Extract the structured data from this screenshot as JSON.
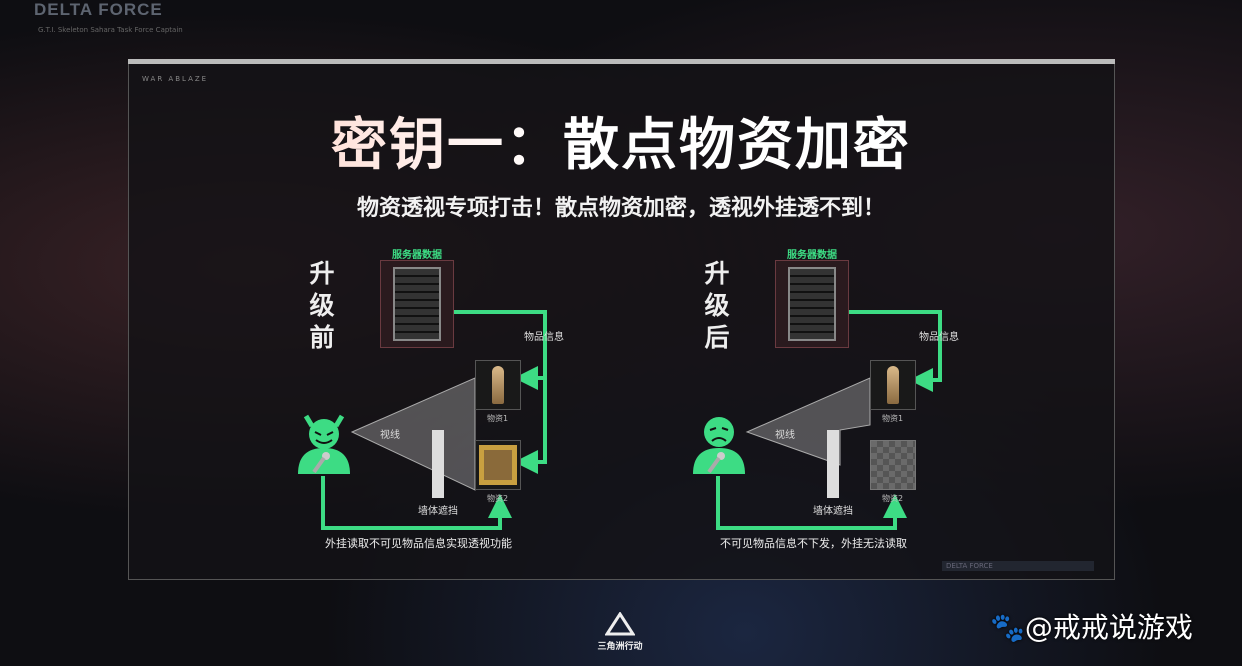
{
  "header": {
    "brand": "DELTA FORCE",
    "subtitle": "G.T.I. Skeleton Sahara Task Force Captain"
  },
  "slide": {
    "tag": "WAR ABLAZE",
    "title": "密钥一：散点物资加密",
    "subtitle": "物资透视专项打击！散点物资加密，透视外挂透不到！",
    "footer_tag": "DELTA FORCE"
  },
  "panels": [
    {
      "stage": "升级前",
      "server_label": "服务器数据",
      "info_label": "物品信息",
      "item1": "物资1",
      "item2": "物资2",
      "sight": "视线",
      "wall": "墙体遮挡",
      "caption": "外挂读取不可见物品信息实现透视功能",
      "avatar": "devil"
    },
    {
      "stage": "升级后",
      "server_label": "服务器数据",
      "info_label": "物品信息",
      "item1": "物资1",
      "item2": "物资2",
      "sight": "视线",
      "wall": "墙体遮挡",
      "caption": "不可见物品信息不下发，外挂无法读取",
      "avatar": "sad"
    }
  ],
  "footer": {
    "logo_text": "三角洲行动",
    "watermark": "@戒戒说游戏"
  },
  "colors": {
    "accent": "#3ddc84"
  }
}
